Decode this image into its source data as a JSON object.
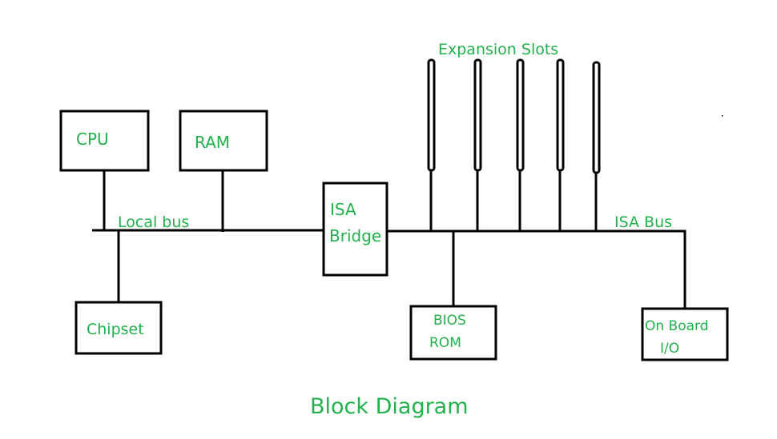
{
  "title": "Block Diagram",
  "colors": {
    "text": "#22b14c",
    "line": "#000000",
    "background": "#ffffff"
  },
  "blocks": {
    "cpu": "CPU",
    "ram": "RAM",
    "chipset": "Chipset",
    "isa_bridge_line1": "ISA",
    "isa_bridge_line2": "Bridge",
    "bios_line1": "BIOS",
    "bios_line2": "ROM",
    "onboard_line1": "On Board",
    "onboard_line2": "I/O"
  },
  "buses": {
    "local": "Local bus",
    "isa": "ISA Bus"
  },
  "expansion_slots": {
    "label": "Expansion Slots",
    "count": 5
  }
}
